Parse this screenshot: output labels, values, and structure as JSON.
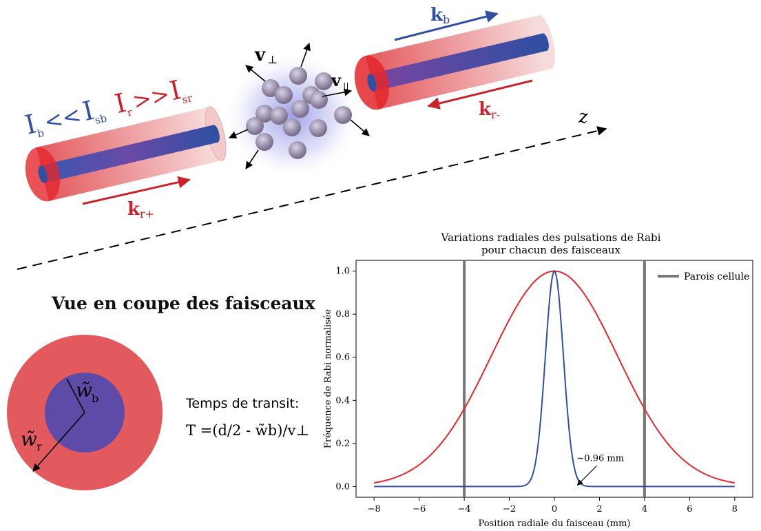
{
  "diagram": {
    "intensity": {
      "ib": "I",
      "ib_sub": "b",
      "ll": "<<",
      "isb": "I",
      "isb_sub": "sb",
      "ir": "I",
      "ir_sub": "r",
      "gg": ">>",
      "isr": "I",
      "isr_sub": "sr"
    },
    "kb": {
      "k": "k",
      "sub": "b"
    },
    "kr_minus": {
      "k": "k",
      "sub": "r-"
    },
    "kr_plus": {
      "k": "k",
      "sub": "r+"
    },
    "v_perp": {
      "v": "v",
      "sub": "⊥"
    },
    "v_par": {
      "v": "v",
      "sub": "||"
    },
    "z_label": "z",
    "colors": {
      "red": "#e3272c",
      "blue": "#2f4fa3",
      "beam_red": "#e35a5e",
      "inner_blue": "#5e4ba8"
    }
  },
  "section": {
    "title": "Vue en coupe des faisceaux",
    "wb": {
      "w": "w̃",
      "sub": "b"
    },
    "wr": {
      "w": "w̃",
      "sub": "r"
    },
    "transit_label": "Temps de transit:",
    "formula": "T =(d/2 - w̃b)/v⊥"
  },
  "chart_data": {
    "type": "line",
    "title": "Variations radiales des pulsations de Rabi",
    "subtitle": "pour chacun des faisceaux",
    "xlabel": "Position radiale du faisceau (mm)",
    "ylabel": "Fréquence de Rabi normalisée",
    "xlim": [
      -8.8,
      8.8
    ],
    "ylim": [
      -0.05,
      1.05
    ],
    "xticks": [
      -8,
      -6,
      -4,
      -2,
      0,
      2,
      4,
      6,
      8
    ],
    "xtick_labels": [
      "−8",
      "−6",
      "−4",
      "−2",
      "0",
      "2",
      "4",
      "6",
      "8"
    ],
    "yticks": [
      0.0,
      0.2,
      0.4,
      0.6,
      0.8,
      1.0
    ],
    "ytick_labels": [
      "0.0",
      "0.2",
      "0.4",
      "0.6",
      "0.8",
      "1.0"
    ],
    "series": [
      {
        "color": "#e3272c",
        "kind": "gaussian",
        "x_range": [
          -8,
          8
        ],
        "center": 0,
        "amplitude": 1.0,
        "sigma_mm": 2.8,
        "points": 161
      },
      {
        "color": "#2f4fa3",
        "kind": "gaussian",
        "x_range": [
          -8,
          8
        ],
        "center": 0,
        "amplitude": 1.0,
        "sigma_mm": 0.4,
        "points": 321
      }
    ],
    "vlines": [
      {
        "name": "Parois cellule",
        "x": -4,
        "color": "#777777"
      },
      {
        "name": "Parois cellule",
        "x": 4,
        "color": "#777777"
      }
    ],
    "legend": {
      "label": "Parois cellule",
      "placement": "top-right"
    },
    "annotation": {
      "text": "~0.96 mm",
      "x": 0.96,
      "y": 0.0
    },
    "grid": false
  }
}
